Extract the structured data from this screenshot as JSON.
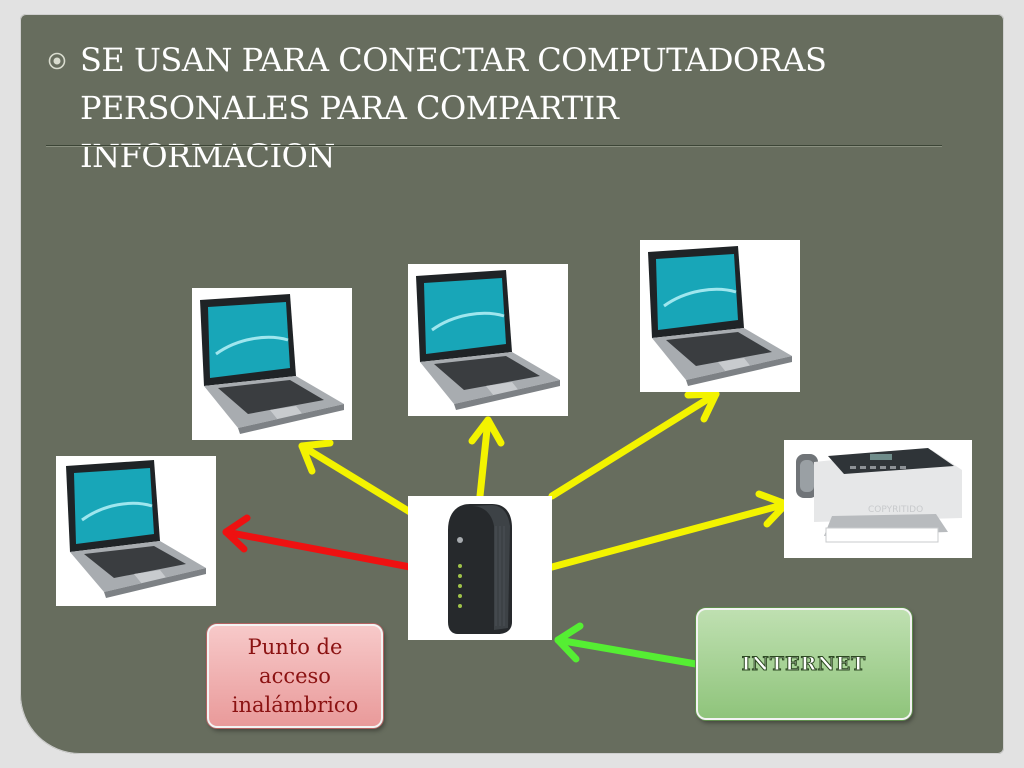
{
  "slide": {
    "title_lines": [
      "SE  USAN PARA  CONECTAR COMPUTADORAS",
      "PERSONALES  PARA COMPARTIR",
      "INFORMACION"
    ],
    "bullet_icon": "circle-bullet-icon",
    "background_color": "#676d5e"
  },
  "diagram": {
    "devices": [
      {
        "name": "laptop-1",
        "icon": "laptop-icon"
      },
      {
        "name": "laptop-2",
        "icon": "laptop-icon"
      },
      {
        "name": "laptop-3",
        "icon": "laptop-icon"
      },
      {
        "name": "laptop-4",
        "icon": "laptop-icon"
      },
      {
        "name": "fax-printer",
        "icon": "fax-printer-icon",
        "watermark": "COPYRITIDO"
      },
      {
        "name": "modem",
        "icon": "modem-icon"
      }
    ],
    "labels": {
      "punto_line1": "Punto de",
      "punto_line2": "acceso",
      "punto_line3": "inalámbrico",
      "internet": "INTERNET"
    },
    "arrow_colors": {
      "yellow": "#f3f300",
      "red": "#ee1111",
      "green": "#55ee33"
    }
  }
}
